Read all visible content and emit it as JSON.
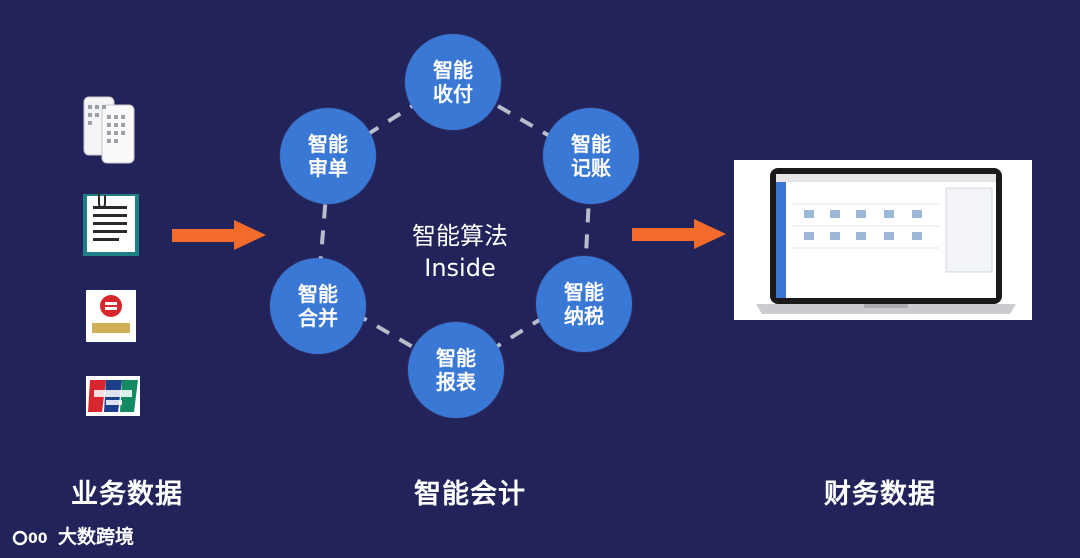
{
  "nodes": [
    {
      "id": "payment",
      "line1": "智能",
      "line2": "收付"
    },
    {
      "id": "bookkeeping",
      "line1": "智能",
      "line2": "记账"
    },
    {
      "id": "tax",
      "line1": "智能",
      "line2": "纳税"
    },
    {
      "id": "report",
      "line1": "智能",
      "line2": "报表"
    },
    {
      "id": "merge",
      "line1": "智能",
      "line2": "合并"
    },
    {
      "id": "audit",
      "line1": "智能",
      "line2": "审单"
    }
  ],
  "center": {
    "line1": "智能算法",
    "line2": "Inside"
  },
  "labels": {
    "left": "业务数据",
    "middle": "智能会计",
    "right": "财务数据"
  },
  "watermark": {
    "text": "大数跨境"
  },
  "colors": {
    "background": "#21235a",
    "node": "#3a78d6",
    "arrow": "#f26b2a",
    "dash": "#b9bccb"
  },
  "icons": [
    "phone-icon",
    "document-icon",
    "china-post-logo",
    "unionpay-logo",
    "laptop-icon"
  ]
}
